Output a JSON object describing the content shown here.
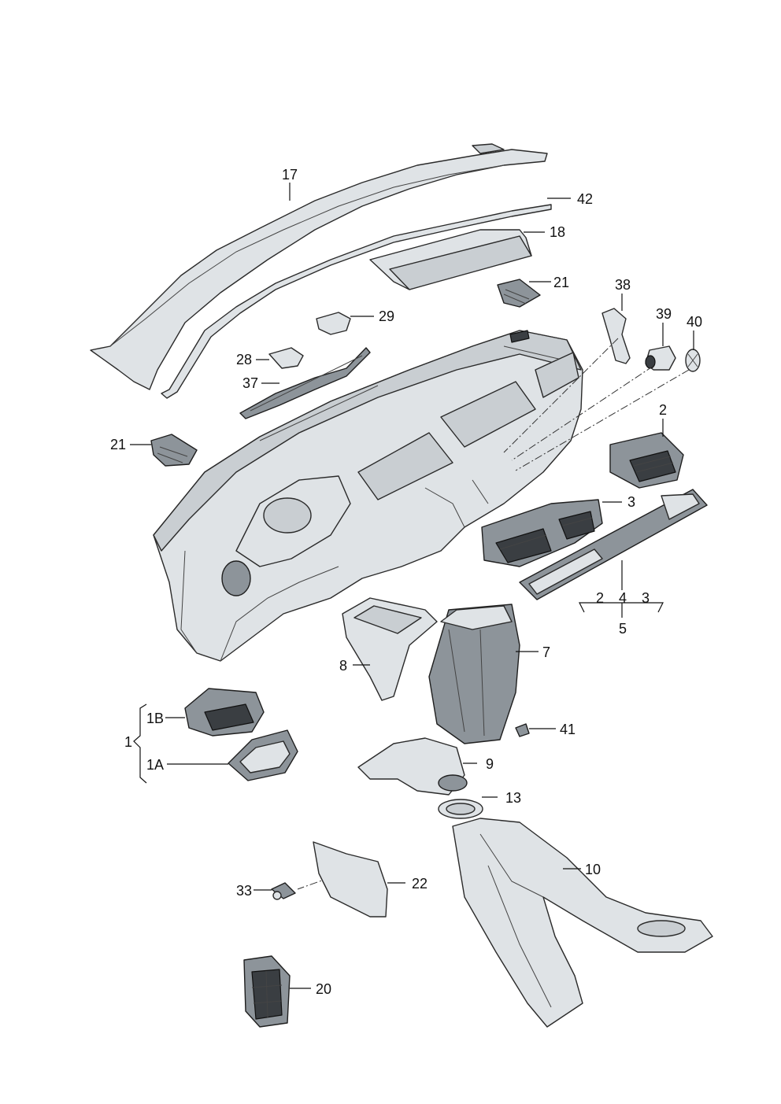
{
  "labels": {
    "l17": "17",
    "l42": "42",
    "l18": "18",
    "l21a": "21",
    "l38": "38",
    "l39": "39",
    "l40": "40",
    "l29": "29",
    "l28": "28",
    "l37": "37",
    "l21b": "21",
    "l2a": "2",
    "l3a": "3",
    "l2b": "2",
    "l4": "4",
    "l3b": "3",
    "l5": "5",
    "l7": "7",
    "l8": "8",
    "l1": "1",
    "l1B": "1B",
    "l1A": "1A",
    "l41": "41",
    "l9": "9",
    "l13": "13",
    "l10": "10",
    "l33": "33",
    "l22": "22",
    "l20": "20"
  }
}
